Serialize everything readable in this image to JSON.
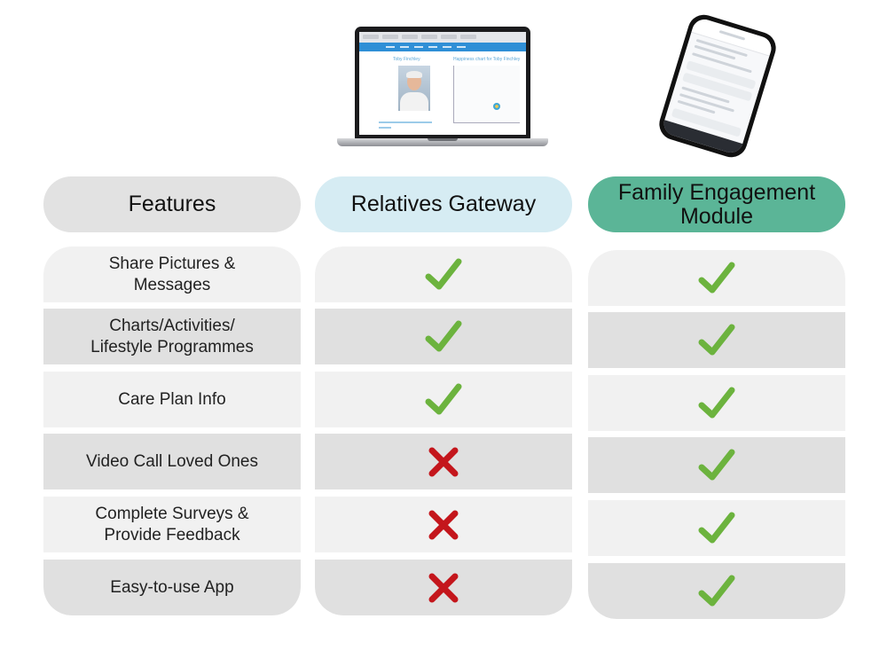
{
  "devices": {
    "laptop": {
      "resident_name": "Toby Finchley",
      "chart_title": "Happiness chart for Toby Finchley"
    },
    "phone": {}
  },
  "headers": {
    "features": "Features",
    "relatives_gateway": "Relatives Gateway",
    "family_engagement_module": "Family Engagement\nModule"
  },
  "rows": [
    {
      "feature": "Share Pictures &\nMessages",
      "relatives_gateway": "check",
      "family_engagement_module": "check"
    },
    {
      "feature": "Charts/Activities/\nLifestyle Programmes",
      "relatives_gateway": "check",
      "family_engagement_module": "check"
    },
    {
      "feature": "Care Plan Info",
      "relatives_gateway": "check",
      "family_engagement_module": "check"
    },
    {
      "feature": "Video Call Loved Ones",
      "relatives_gateway": "cross",
      "family_engagement_module": "check"
    },
    {
      "feature": "Complete Surveys &\nProvide Feedback",
      "relatives_gateway": "cross",
      "family_engagement_module": "check"
    },
    {
      "feature": "Easy-to-use App",
      "relatives_gateway": "cross",
      "family_engagement_module": "check"
    }
  ],
  "colors": {
    "check": "#6cb33e",
    "cross": "#c4161c",
    "gateway_header": "#d6ecf3",
    "module_header": "#5bb597",
    "features_header": "#e2e2e2"
  }
}
